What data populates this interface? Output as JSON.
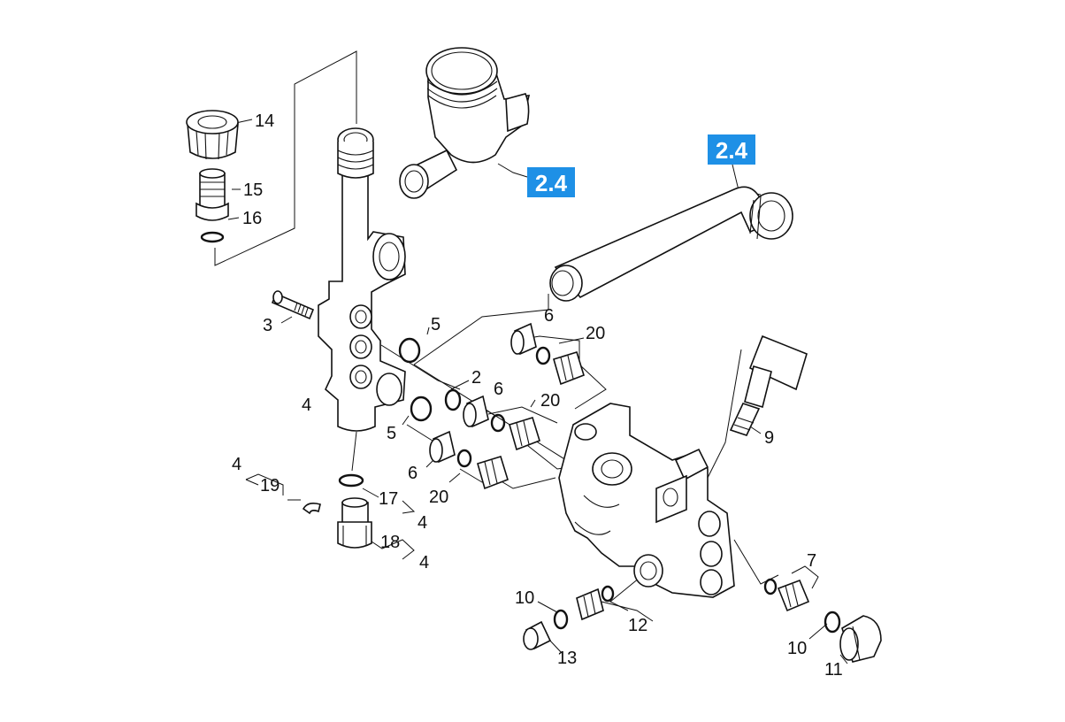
{
  "colors": {
    "line": "#111111",
    "ref_badge": "#1e90e6",
    "ref_text": "#ffffff",
    "background": "#ffffff"
  },
  "callouts": {
    "n14": "14",
    "n15": "15",
    "n16": "16",
    "n3": "3",
    "n5a": "5",
    "n5b": "5",
    "n4a": "4",
    "n6a": "6",
    "n20a": "20",
    "n2": "2",
    "n6b": "6",
    "n20b": "20",
    "n6c": "6",
    "n20c": "20",
    "n9": "9",
    "n4b": "4",
    "n19": "19",
    "n17": "17",
    "n4c": "4",
    "n18": "18",
    "n4d": "4",
    "n7": "7",
    "n10a": "10",
    "n12": "12",
    "n13": "13",
    "n10b": "10",
    "n11": "11"
  },
  "references": {
    "ref_a": "2.4",
    "ref_b": "2.4"
  }
}
